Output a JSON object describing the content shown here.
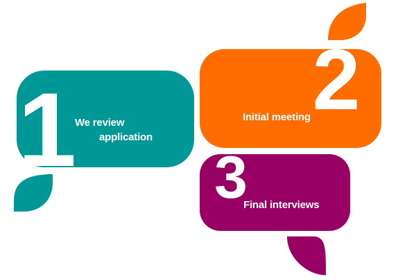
{
  "colors": {
    "step1": "#009896",
    "step2": "#ff6c00",
    "step3": "#980064",
    "numeral": "#ffffff"
  },
  "steps": [
    {
      "number": "1",
      "label_line1": "We review",
      "label_line2": "application"
    },
    {
      "number": "2",
      "label_line1": "Initial meeting"
    },
    {
      "number": "3",
      "label_line1": "Final interviews"
    }
  ]
}
